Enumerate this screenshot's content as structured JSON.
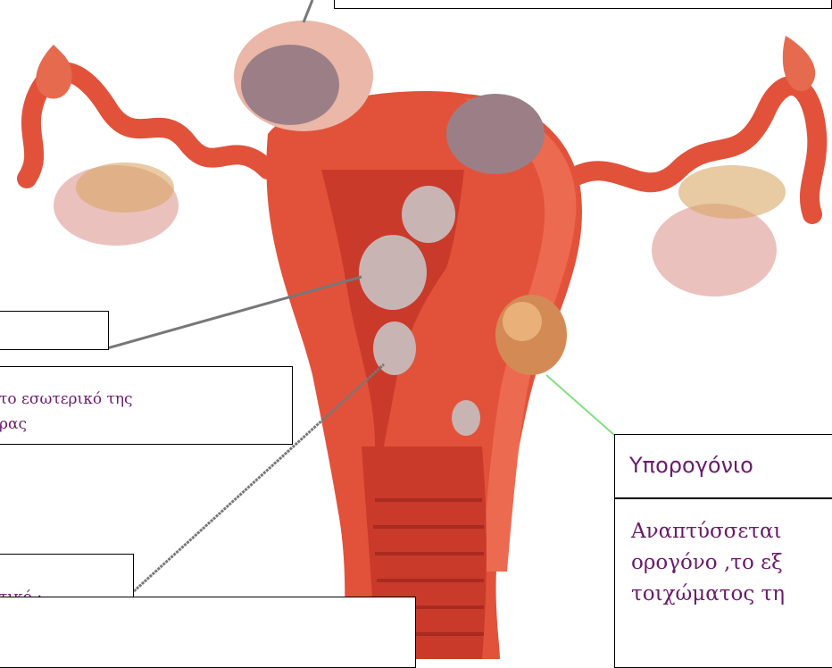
{
  "labels": {
    "mid_left_desc_line1": "το εσωτερικό της",
    "mid_left_desc_line2": "ρας",
    "bottom_left_heading": "τικό :",
    "right_heading": "Υπορογόνιο",
    "right_desc_line1": "Αναπτύσσεται",
    "right_desc_line2": "ορογόνο ,το εξ",
    "right_desc_line3": "τοιχώματος τη"
  },
  "colors": {
    "label_text": "#6a1b6a",
    "tissue": "#e2523a",
    "fibroid": "#9c7f86",
    "leader_line_gray": "#777777",
    "leader_line_green": "#7fe07f"
  }
}
